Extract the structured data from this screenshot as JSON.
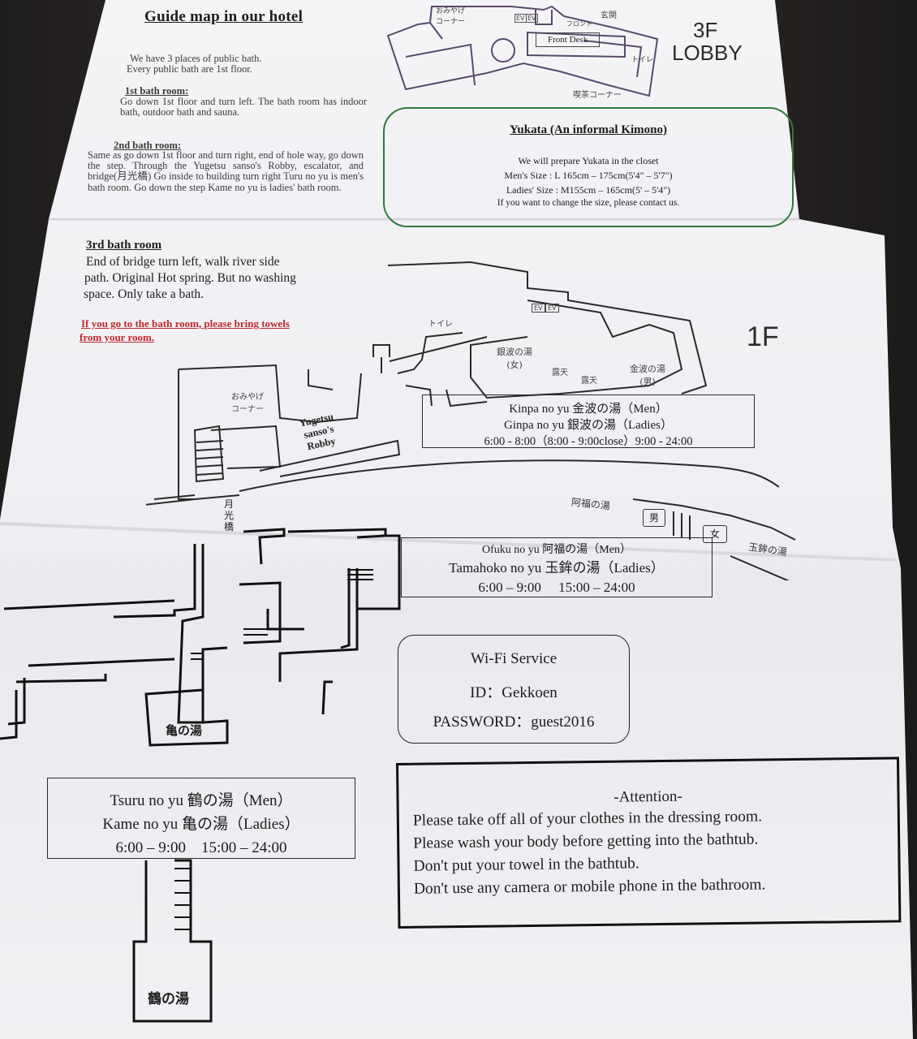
{
  "header": {
    "title": "Guide map in our hotel",
    "intro_1": "We have 3 places of public bath.",
    "intro_2": "Every public bath are 1st floor."
  },
  "bath1": {
    "heading": "1st bath room:",
    "text": "Go down 1st floor and turn left. The bath room has indoor bath, outdoor bath and sauna."
  },
  "bath2": {
    "heading": "2nd bath room:",
    "text": "Same as go down 1st floor and turn right, end of hole way, go down the step. Through the Yugetsu sanso's Robby, escalator, and bridge(月光橋) Go inside to building turn right Turu no yu is men's bath room. Go down the step Kame no yu is ladies' bath room."
  },
  "bath3": {
    "heading": "3rd bath room",
    "line1": "End of bridge turn left, walk river side",
    "line2": "path. Original Hot spring. But no washing",
    "line3": "space. Only take a bath."
  },
  "towel_notice": {
    "line1": "If you go to the bath room, please bring towels",
    "line2": "from your room.",
    "color": "#c0282c"
  },
  "floor3": {
    "label_top": "3F",
    "label_bottom": "LOBBY",
    "front_desk": "Front Desk",
    "souvenir": "おみやげ コーナー",
    "entrance": "玄関",
    "front": "フロント",
    "toilet": "トイレ",
    "cafe": "喫茶コーナー",
    "ev": "EV"
  },
  "yukata": {
    "title": "Yukata (An informal Kimono)",
    "line1": "We will prepare Yukata in the closet",
    "line2": "Men's Size : L 165cm – 175cm(5'4\" – 5'7\")",
    "line3": "Ladies' Size : M155cm – 165cm(5' – 5'4\")",
    "line4": "If you want to change the size, please contact us.",
    "border_color": "#2e7a3e"
  },
  "floor1": {
    "label": "1F",
    "toilet": "トイレ",
    "ginpa": "銀波の湯\n(女)",
    "kinpa": "金波の湯\n(男)",
    "rotenA": "露天",
    "rotenB": "露天",
    "souvenir": "おみやげ コーナー",
    "robby": "Yugetsu sanso's Robby",
    "bridge": "月光橋",
    "afuku_sign": "阿福の湯",
    "tamahoko_sign": "玉鉾の湯",
    "men_mark": "男",
    "women_mark": "女",
    "kame_label": "亀の湯",
    "tsuru_label": "鶴の湯",
    "ev": "EV"
  },
  "kinpa_box": {
    "line1": "Kinpa no yu 金波の湯（Men）",
    "line2": "Ginpa no yu 銀波の湯（Ladies）",
    "line3": "6:00 - 8:00（8:00 - 9:00close）9:00 - 24:00"
  },
  "ofuku_box": {
    "line1": "Ofuku no yu 阿福の湯（Men）",
    "line2": "Tamahoko no yu 玉鉾の湯（Ladies）",
    "line3": "6:00 – 9:00　 15:00 – 24:00"
  },
  "wifi": {
    "title": "Wi-Fi Service",
    "id": "ID：Gekkoen",
    "password": "PASSWORD：guest2016"
  },
  "tsuru_box": {
    "line1": "Tsuru no yu 鶴の湯（Men）",
    "line2": "Kame no yu 亀の湯（Ladies）",
    "line3": "6:00 – 9:00　15:00 – 24:00"
  },
  "attention": {
    "title": "-Attention-",
    "line1": "Please take off all of your clothes in the dressing room.",
    "line2": "Please wash your body before getting into the bathtub.",
    "line3": "Don't put your towel in the bathtub.",
    "line4": "Don't use any camera or mobile phone in the bathroom."
  }
}
